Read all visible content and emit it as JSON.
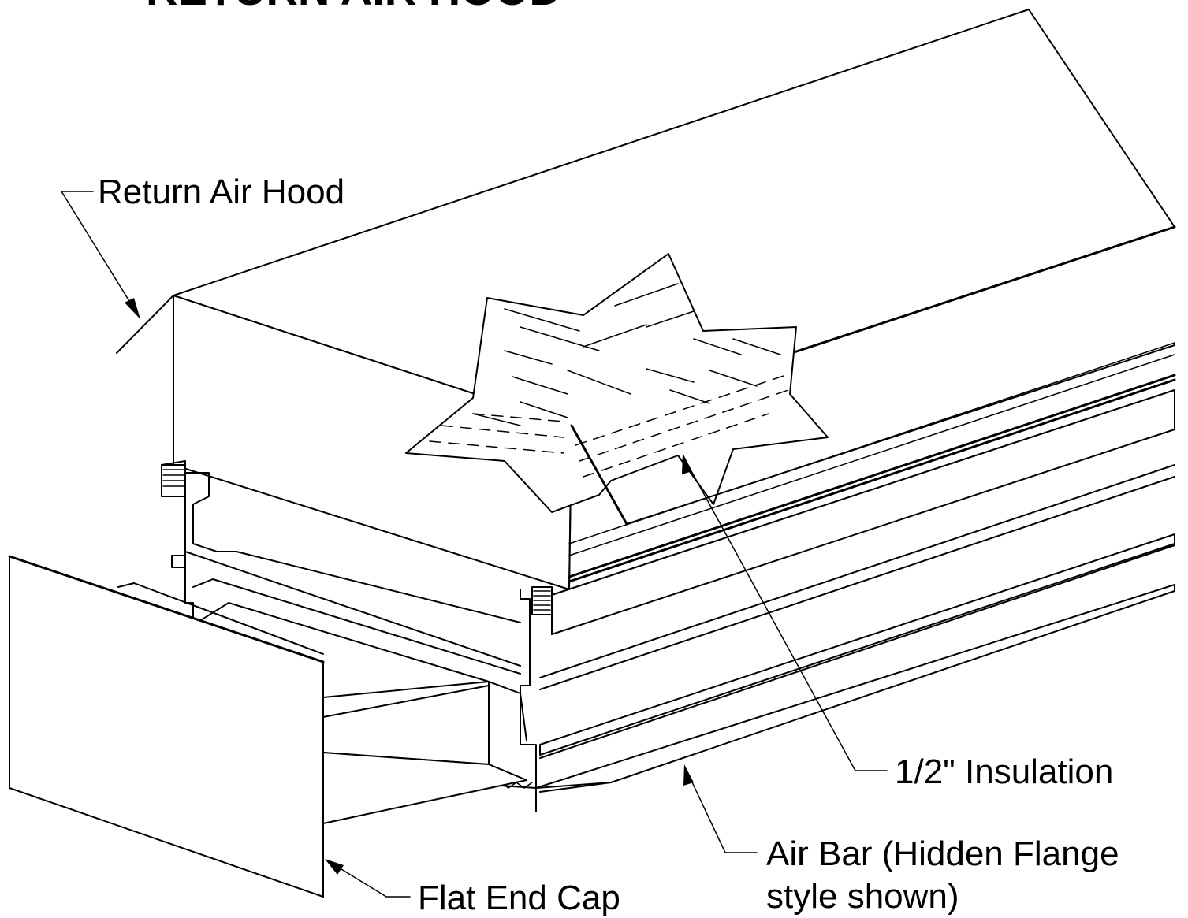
{
  "title": "RETURN AIR HOOD",
  "labels": {
    "return_air_hood": "Return Air Hood",
    "insulation": "1/2\" Insulation",
    "air_bar_line1": "Air Bar (Hidden Flange",
    "air_bar_line2": "style shown)",
    "flat_end_cap": "Flat End Cap"
  }
}
